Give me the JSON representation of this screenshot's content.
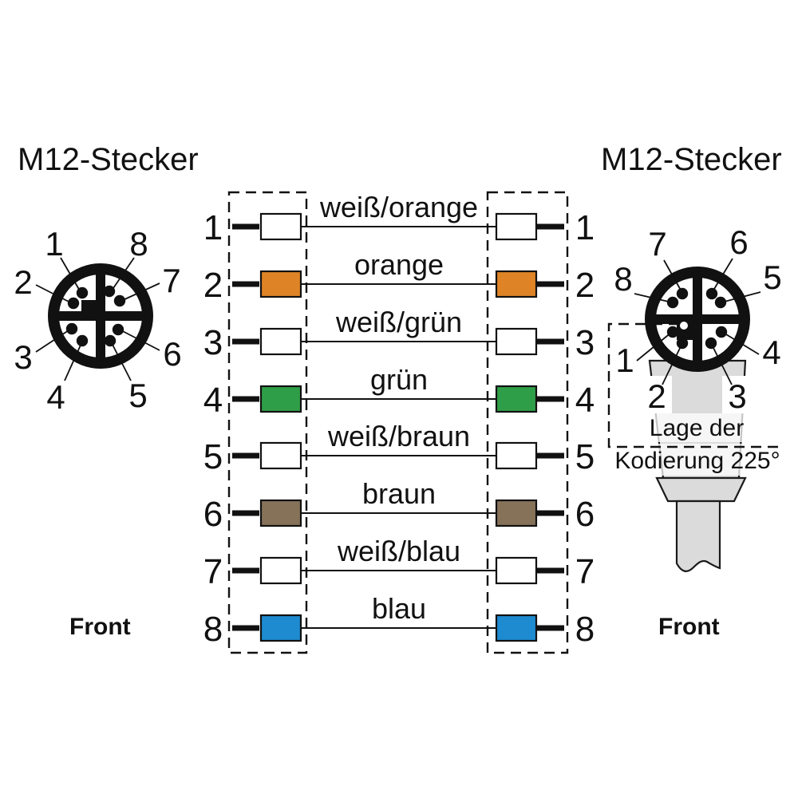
{
  "page": {
    "background": "#ffffff"
  },
  "left_connector": {
    "title": "M12-Stecker",
    "front_label": "Front",
    "pin_labels": [
      "1",
      "2",
      "3",
      "4",
      "5",
      "6",
      "7",
      "8"
    ]
  },
  "right_connector": {
    "title": "M12-Stecker",
    "front_label": "Front",
    "pin_labels": [
      "1",
      "2",
      "3",
      "4",
      "5",
      "6",
      "7",
      "8"
    ],
    "coding_note_line1": "Lage der",
    "coding_note_line2": "Kodierung 225°"
  },
  "wiring": {
    "rows": [
      {
        "pin_left": "1",
        "pin_right": "1",
        "label": "weiß/orange",
        "color": "#ffffff"
      },
      {
        "pin_left": "2",
        "pin_right": "2",
        "label": "orange",
        "color": "#de8426"
      },
      {
        "pin_left": "3",
        "pin_right": "3",
        "label": "weiß/grün",
        "color": "#ffffff"
      },
      {
        "pin_left": "4",
        "pin_right": "4",
        "label": "grün",
        "color": "#2f9e48"
      },
      {
        "pin_left": "5",
        "pin_right": "5",
        "label": "weiß/braun",
        "color": "#ffffff"
      },
      {
        "pin_left": "6",
        "pin_right": "6",
        "label": "braun",
        "color": "#857259"
      },
      {
        "pin_left": "7",
        "pin_right": "7",
        "label": "weiß/blau",
        "color": "#ffffff"
      },
      {
        "pin_left": "8",
        "pin_right": "8",
        "label": "blau",
        "color": "#1e8bd0"
      }
    ]
  },
  "colors": {
    "line": "#111111",
    "connector_body": "#dbdbdb",
    "wire_orange": "#de8426",
    "wire_green": "#2f9e48",
    "wire_brown": "#857259",
    "wire_blue": "#1e8bd0",
    "wire_white": "#ffffff"
  }
}
